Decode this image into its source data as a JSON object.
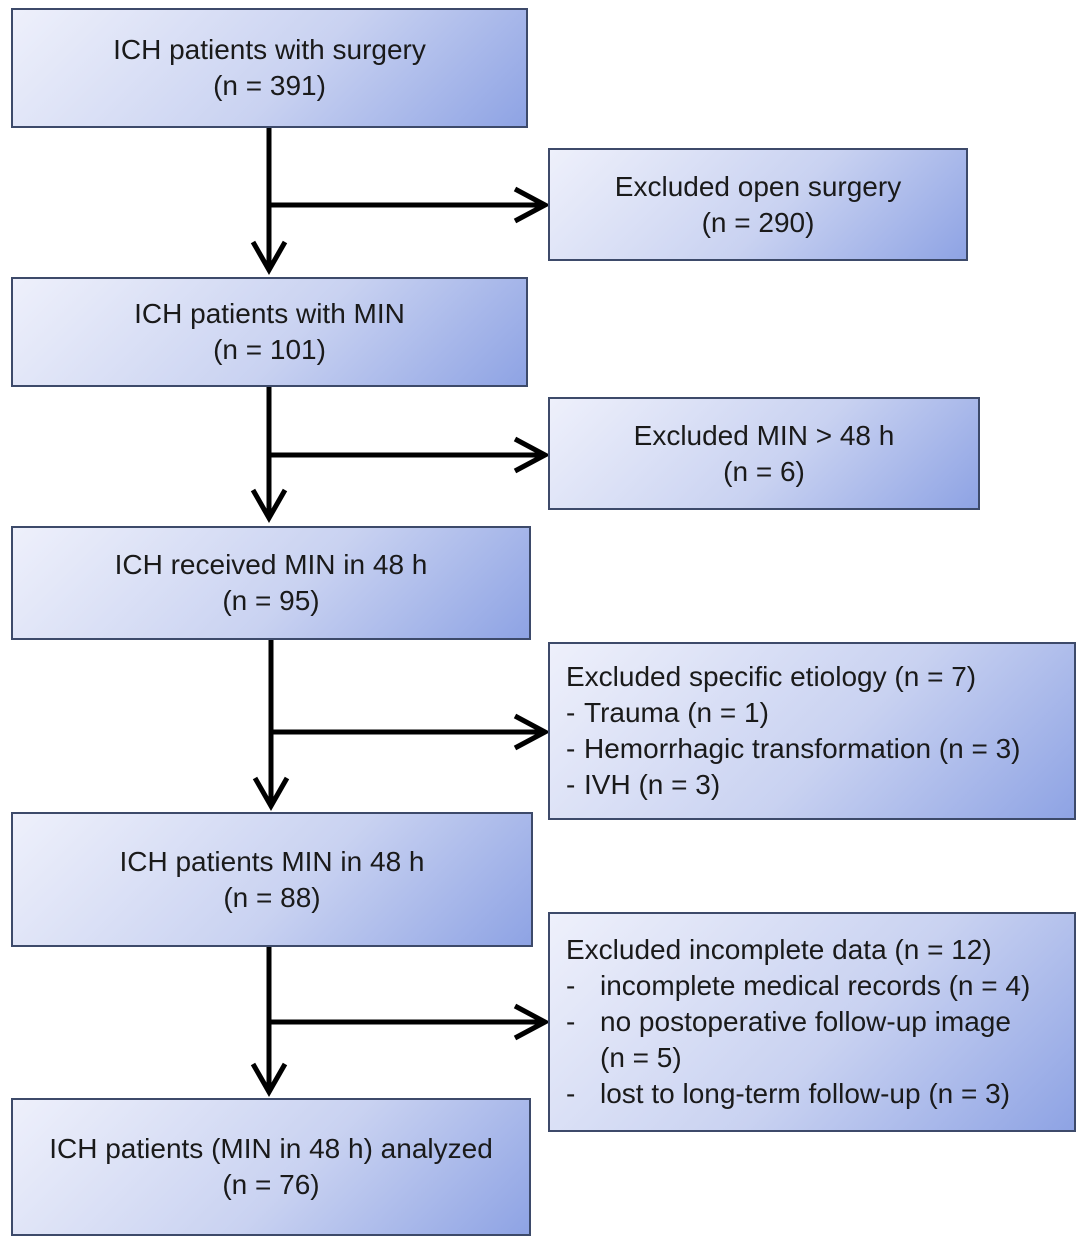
{
  "main_flow": [
    {
      "title": "ICH patients with surgery",
      "count": "(n = 391)"
    },
    {
      "title": "ICH patients with MIN",
      "count": "(n = 101)"
    },
    {
      "title": "ICH received MIN in 48 h",
      "count": "(n = 95)"
    },
    {
      "title": "ICH patients MIN in 48 h",
      "count": "(n = 88)"
    },
    {
      "title": "ICH patients (MIN in 48 h) analyzed",
      "count": "(n = 76)"
    }
  ],
  "exclusions": [
    {
      "title": "Excluded open surgery",
      "count": "(n = 290)"
    },
    {
      "title": "Excluded MIN > 48 h",
      "count": "(n = 6)"
    },
    {
      "title": "Excluded specific etiology (n = 7)",
      "items": [
        {
          "dash": "-",
          "text": "Trauma (n = 1)"
        },
        {
          "dash": "-",
          "text": "Hemorrhagic transformation (n = 3)"
        },
        {
          "dash": "-",
          "text": "IVH (n = 3)"
        }
      ]
    },
    {
      "title": "Excluded incomplete data (n = 12)",
      "items": [
        {
          "dash": "-",
          "text": "incomplete medical records (n = 4)"
        },
        {
          "dash": "-",
          "text": "no postoperative follow-up image"
        },
        {
          "dash": "",
          "text": "(n = 5)"
        },
        {
          "dash": "-",
          "text": "lost to long-term follow-up (n = 3)"
        }
      ]
    }
  ],
  "colors": {
    "box_border": "#3d4a6a",
    "box_gradient_start": "#eef0fb",
    "box_gradient_end": "#8ea3e4",
    "connector": "#000000"
  }
}
